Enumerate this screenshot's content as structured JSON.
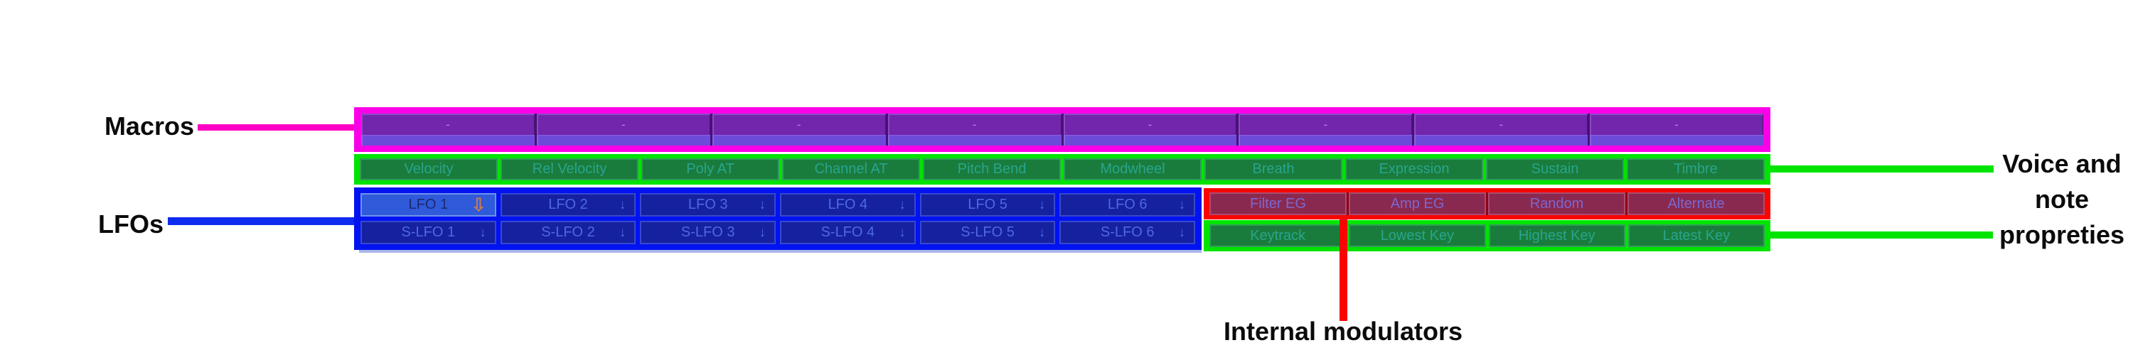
{
  "annotations": {
    "macros": {
      "label": "Macros",
      "color": "#fb00e8"
    },
    "lfos": {
      "label": "LFOs",
      "color": "#0113f0"
    },
    "voice_note": {
      "label": "Voice and\nnote\npropreties",
      "color": "#00e400"
    },
    "internal": {
      "label": "Internal modulators",
      "color": "#f90500"
    }
  },
  "icons": {
    "down_arrow": "↓",
    "down_arrow_selected": "⇩"
  },
  "panel": {
    "macros": [
      "-",
      "-",
      "-",
      "-",
      "-",
      "-",
      "-",
      "-"
    ],
    "voice_row": [
      "Velocity",
      "Rel Velocity",
      "Poly AT",
      "Channel AT",
      "Pitch Bend",
      "Modwheel",
      "Breath",
      "Expression",
      "Sustain",
      "Timbre"
    ],
    "lfo_row": [
      "LFO 1",
      "LFO 2",
      "LFO 3",
      "LFO 4",
      "LFO 5",
      "LFO 6"
    ],
    "slfo_row": [
      "S-LFO 1",
      "S-LFO 2",
      "S-LFO 3",
      "S-LFO 4",
      "S-LFO 5",
      "S-LFO 6"
    ],
    "internal_row": [
      "Filter EG",
      "Amp EG",
      "Random",
      "Alternate"
    ],
    "note_row": [
      "Keytrack",
      "Lowest Key",
      "Highest Key",
      "Latest Key"
    ]
  }
}
